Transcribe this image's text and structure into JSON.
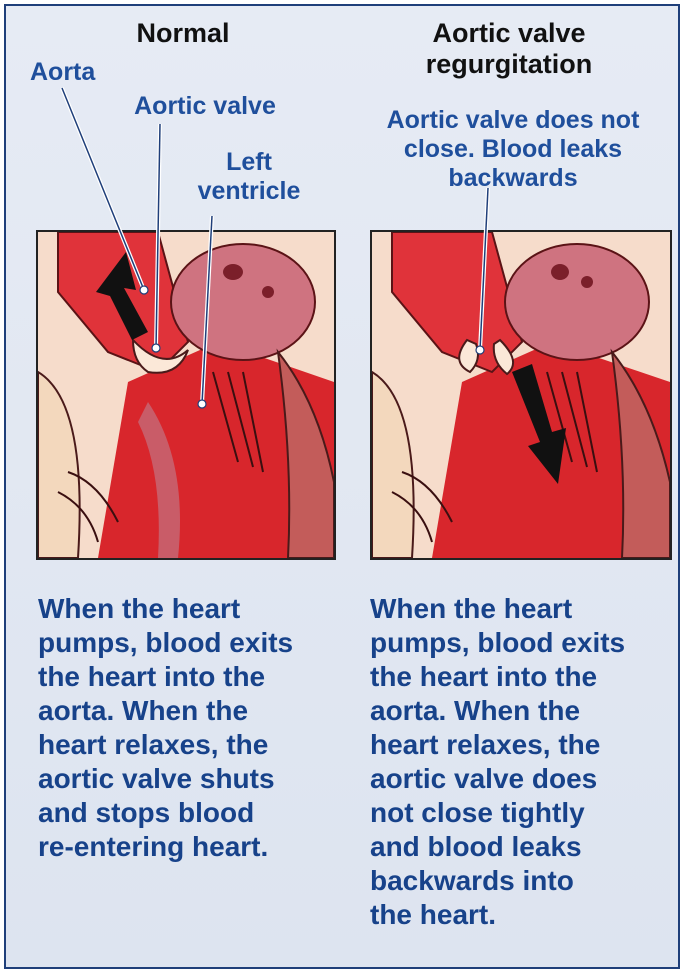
{
  "normal": {
    "heading": "Normal",
    "labels": {
      "aorta": "Aorta",
      "aortic_valve": "Aortic valve",
      "left_ventricle": "Left\nventricle"
    },
    "description": "When the heart\npumps, blood exits\nthe heart into the\naorta. When the\nheart relaxes, the\naortic valve shuts\nand stops blood\nre-entering heart."
  },
  "regurgitation": {
    "heading": "Aortic valve\nregurgitation",
    "label": "Aortic valve does not\nclose. Blood leaks\nbackwards",
    "description": "When the heart\npumps, blood exits\nthe heart into the\naorta. When the\nheart relaxes, the\naortic valve does\nnot close tightly\nand blood leaks\nbackwards into\nthe heart."
  },
  "colors": {
    "frame_border": "#1f3f7a",
    "background": "#e2e8f2",
    "heading_text": "#111111",
    "label_text": "#1f4f9c",
    "description_text": "#17428a",
    "blood_red": "#d8262c",
    "tissue_pink": "#c66a78",
    "valve_cream": "#fbe8d8",
    "arrow": "#111111"
  },
  "icons": {
    "blood_flow_out": "arrow-up-left-icon",
    "blood_flow_back": "arrow-down-icon"
  }
}
